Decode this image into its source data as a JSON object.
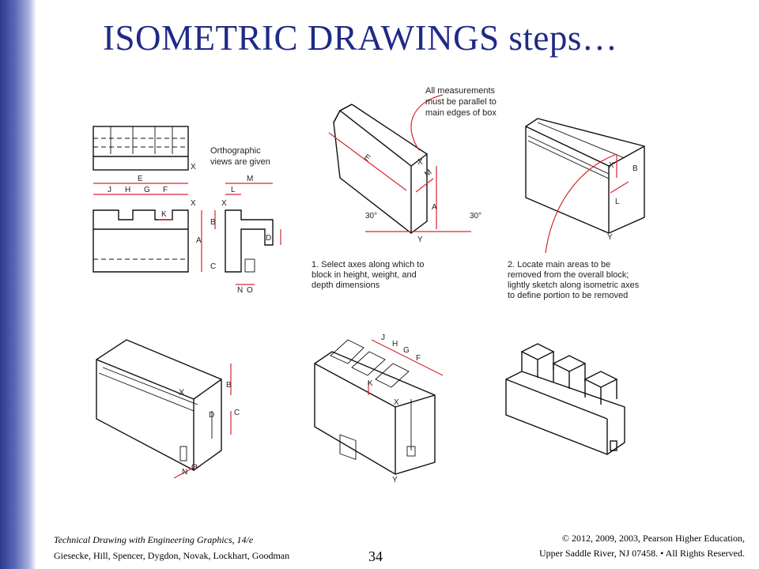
{
  "slide": {
    "title": "ISOMETRIC DRAWINGS steps…",
    "page_number": "34"
  },
  "footer": {
    "book_title": "Technical Drawing with Engineering Graphics, 14/e",
    "authors": "Giesecke,  Hill,  Spencer,  Dygdon,  Novak,  Lockhart,  Goodman",
    "copyright_line1": "© 2012, 2009, 2003, Pearson Higher Education,",
    "copyright_line2": "Upper Saddle River, NJ 07458. • All Rights Reserved."
  },
  "figure": {
    "ortho_caption_1": "Orthographic",
    "ortho_caption_2": "views are given",
    "note_1": "All measurements",
    "note_2": "must be parallel to",
    "note_3": "main edges of box",
    "step1_line1": "1. Select axes along which to",
    "step1_line2": "block in height, weight, and",
    "step1_line3": "depth dimensions",
    "step2_line1": "2. Locate main areas to be",
    "step2_line2": "removed from the overall block;",
    "step2_line3": "lightly sketch along isometric axes",
    "step2_line4": "to define portion to be removed",
    "angle_left": "30°",
    "angle_right": "30°",
    "dims": {
      "E": "E",
      "J": "J",
      "H": "H",
      "G": "G",
      "F": "F",
      "K": "K",
      "X": "X",
      "A": "A",
      "B": "B",
      "C": "C",
      "D": "D",
      "L": "L",
      "M": "M",
      "N": "N",
      "O": "O",
      "Y": "Y"
    },
    "colors": {
      "dimension_red": "#d9262e",
      "title_blue": "#1f2a86"
    }
  }
}
